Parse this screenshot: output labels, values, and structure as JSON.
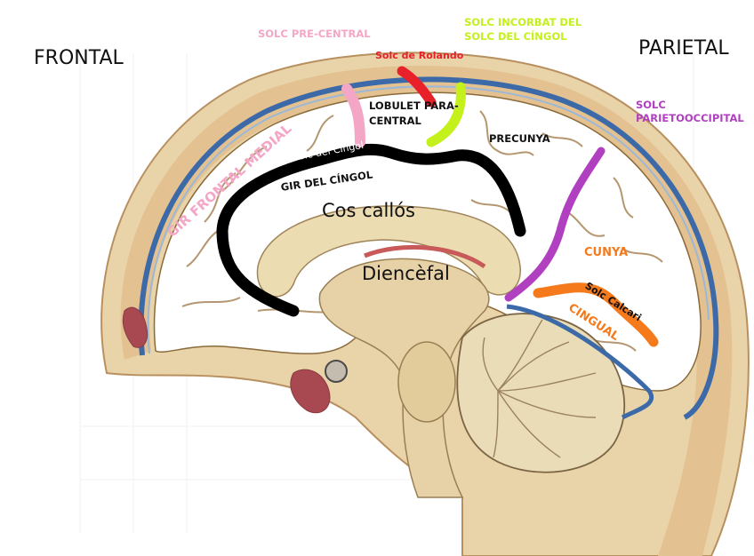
{
  "diagram": {
    "title": "Medial view of the brain - lobes, gyri and sulci",
    "regions": {
      "frontal": "FRONTAL",
      "parietal": "PARIETAL"
    },
    "sulci": {
      "precentral": "SOLC PRE-CENTRAL",
      "rolando": "Solc de Rolando",
      "marginal_line1": "SOLC INCORBAT DEL",
      "marginal_line2": "SOLC DEL CÍNGOL",
      "parietooccipital_line1": "SOLC",
      "parietooccipital_line2": "PARIETOOCCIPITAL",
      "cingulate": "Solc del Cíngol",
      "calcarine": "Solc Calcari"
    },
    "gyri": {
      "paracentral_line1": "LOBULET PARA-",
      "paracentral_line2": "CENTRAL",
      "precuneus": "PRECUNYA",
      "medial_frontal": "GIR FRONTAL MEDIAL",
      "cingulate": "GIR DEL CÍNGOL",
      "cuneus": "CUNYA",
      "lingual": "CINGUAL"
    },
    "structures": {
      "corpus_callosum": "Cos callós",
      "diencephalon": "Diencèfal"
    },
    "colors": {
      "precentral": "#f4a6c6",
      "rolando": "#e8202a",
      "marginal": "#c4f01c",
      "parietooccipital": "#b040c0",
      "cingulate_sulcus": "#000000",
      "calcarine": "#f47a1c",
      "medial_frontal_label": "#f4a6c6"
    }
  }
}
